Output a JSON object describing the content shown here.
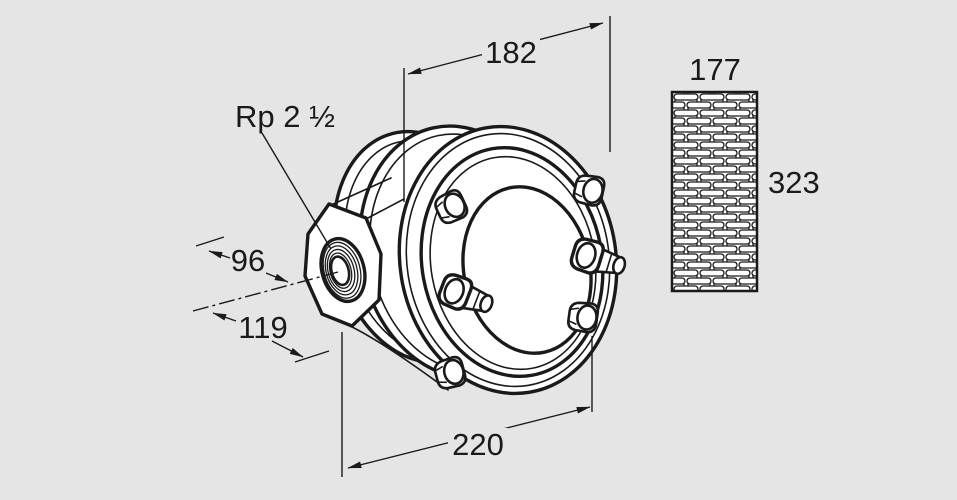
{
  "page": {
    "background_color": "#e5e5e5",
    "line_color": "#1a1a1a",
    "part_fill_color": "#ffffff"
  },
  "drawing": {
    "thread_label": "Rp 2 ½",
    "dimensions": {
      "top_width": "182",
      "port_depth_upper": "96",
      "port_depth_lower": "119",
      "bottom_width": "220"
    },
    "hatched_block": {
      "width_label": "177",
      "height_label": "323"
    }
  }
}
